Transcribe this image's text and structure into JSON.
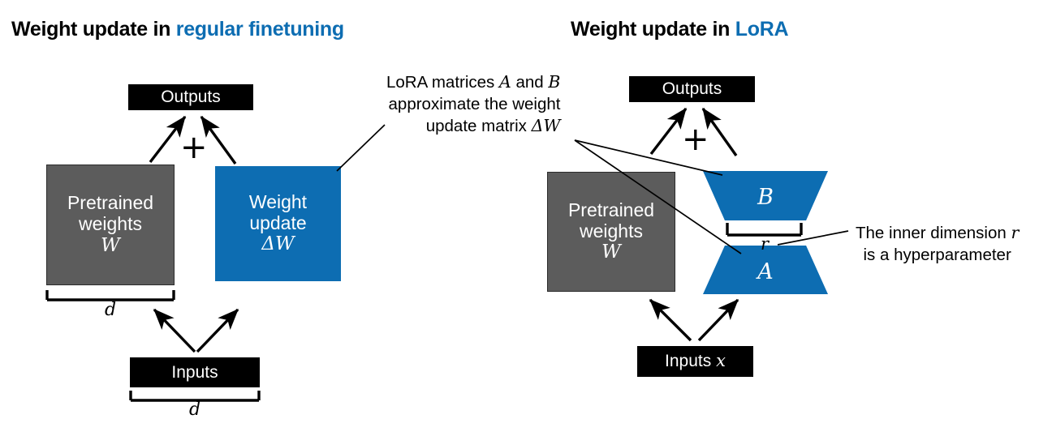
{
  "page": {
    "background": "#ffffff",
    "accent_blue": "#0d6db2",
    "box_gray": "#5c5c5c",
    "box_black": "#000000"
  },
  "titles": {
    "left_prefix": "Weight update in ",
    "left_accent": "regular finetuning",
    "right_prefix": "Weight update in ",
    "right_accent": "LoRA"
  },
  "left_panel": {
    "outputs_label": "Outputs",
    "plus_symbol": "+",
    "pretrained_line1": "Pretrained",
    "pretrained_line2": "weights",
    "pretrained_symbol": "W",
    "update_line1": "Weight",
    "update_line2": "update",
    "update_symbol": "ΔW",
    "inputs_label": "Inputs",
    "dim_top_label": "d",
    "dim_bottom_label": "d"
  },
  "right_panel": {
    "outputs_label": "Outputs",
    "plus_symbol": "+",
    "pretrained_line1": "Pretrained",
    "pretrained_line2": "weights",
    "pretrained_symbol": "W",
    "matrix_b_label": "B",
    "matrix_a_label": "A",
    "inner_dim_label": "r",
    "inputs_label": "Inputs ",
    "inputs_symbol": "x"
  },
  "annotations": {
    "lora_line1_a": "LoRA matrices ",
    "lora_line1_b": "A",
    "lora_line1_c": " and ",
    "lora_line1_d": "B",
    "lora_line2": "approximate the weight",
    "lora_line3_a": "update matrix ",
    "lora_line3_b": "ΔW",
    "r_line1_a": "The inner dimension ",
    "r_line1_b": "r",
    "r_line2": "is a hyperparameter"
  }
}
